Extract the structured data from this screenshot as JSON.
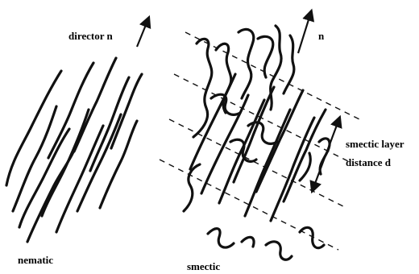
{
  "figure": {
    "nematic": {
      "director_label": "director n",
      "caption": "nematic"
    },
    "smectic": {
      "director_label": "n",
      "layer_label_line1": "smectic layer",
      "layer_label_line2": "distance d",
      "caption": "smectic"
    }
  },
  "colors": {
    "ink": "#111111",
    "background": "#ffffff"
  }
}
